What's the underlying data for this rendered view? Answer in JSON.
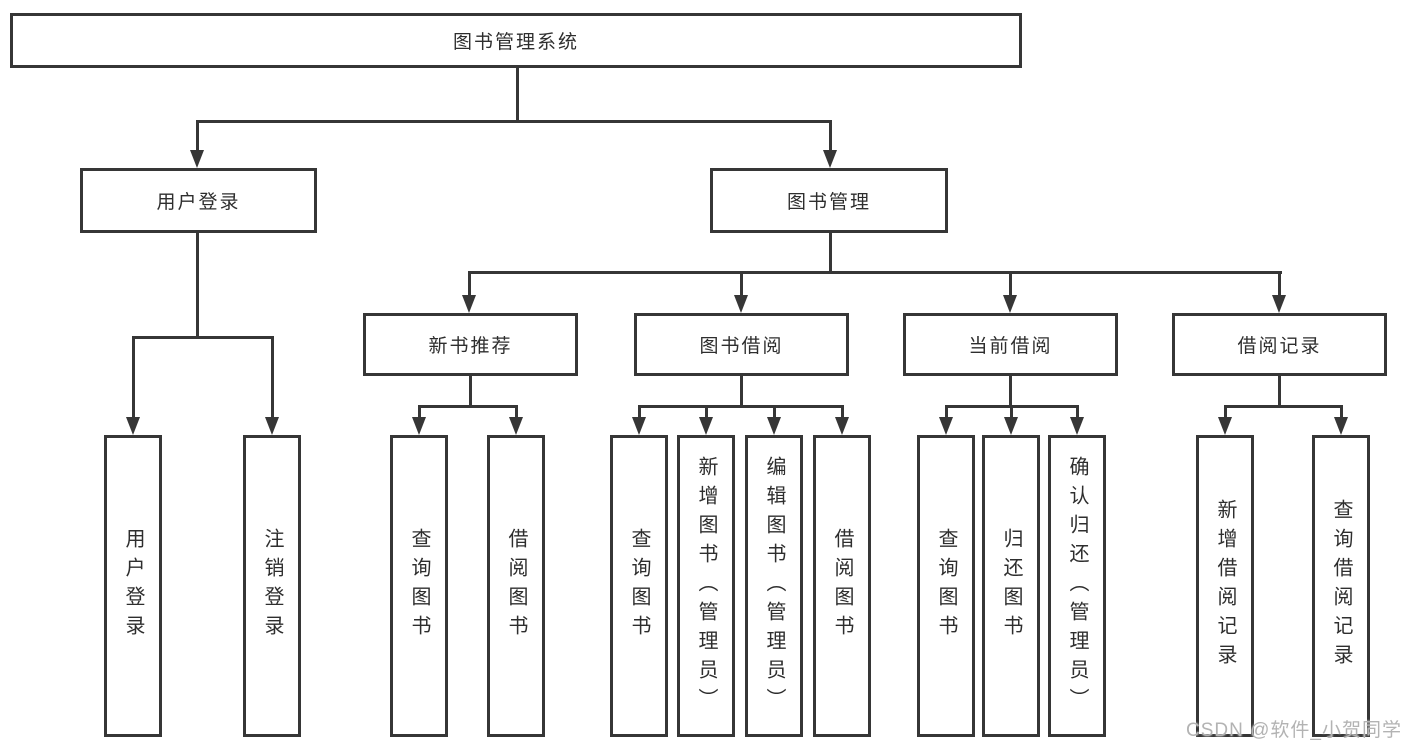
{
  "diagram": {
    "root": {
      "label": "图书管理系统"
    },
    "branches": [
      {
        "label": "用户登录",
        "children": [
          {
            "label": "用户登录"
          },
          {
            "label": "注销登录"
          }
        ]
      },
      {
        "label": "图书管理",
        "children": [
          {
            "label": "新书推荐",
            "children": [
              {
                "label": "查询图书"
              },
              {
                "label": "借阅图书"
              }
            ]
          },
          {
            "label": "图书借阅",
            "children": [
              {
                "label": "查询图书"
              },
              {
                "label": "新增图书（管理员）"
              },
              {
                "label": "编辑图书（管理员）"
              },
              {
                "label": "借阅图书"
              }
            ]
          },
          {
            "label": "当前借阅",
            "children": [
              {
                "label": "查询图书"
              },
              {
                "label": "归还图书"
              },
              {
                "label": "确认归还（管理员）"
              }
            ]
          },
          {
            "label": "借阅记录",
            "children": [
              {
                "label": "新增借阅记录"
              },
              {
                "label": "查询借阅记录"
              }
            ]
          }
        ]
      }
    ],
    "watermark": "CSDN @软件_小贺同学",
    "colors": {
      "line": "#363636",
      "text": "#2e2e2e",
      "background": "#ffffff",
      "watermark": "#b3b3b3"
    }
  }
}
